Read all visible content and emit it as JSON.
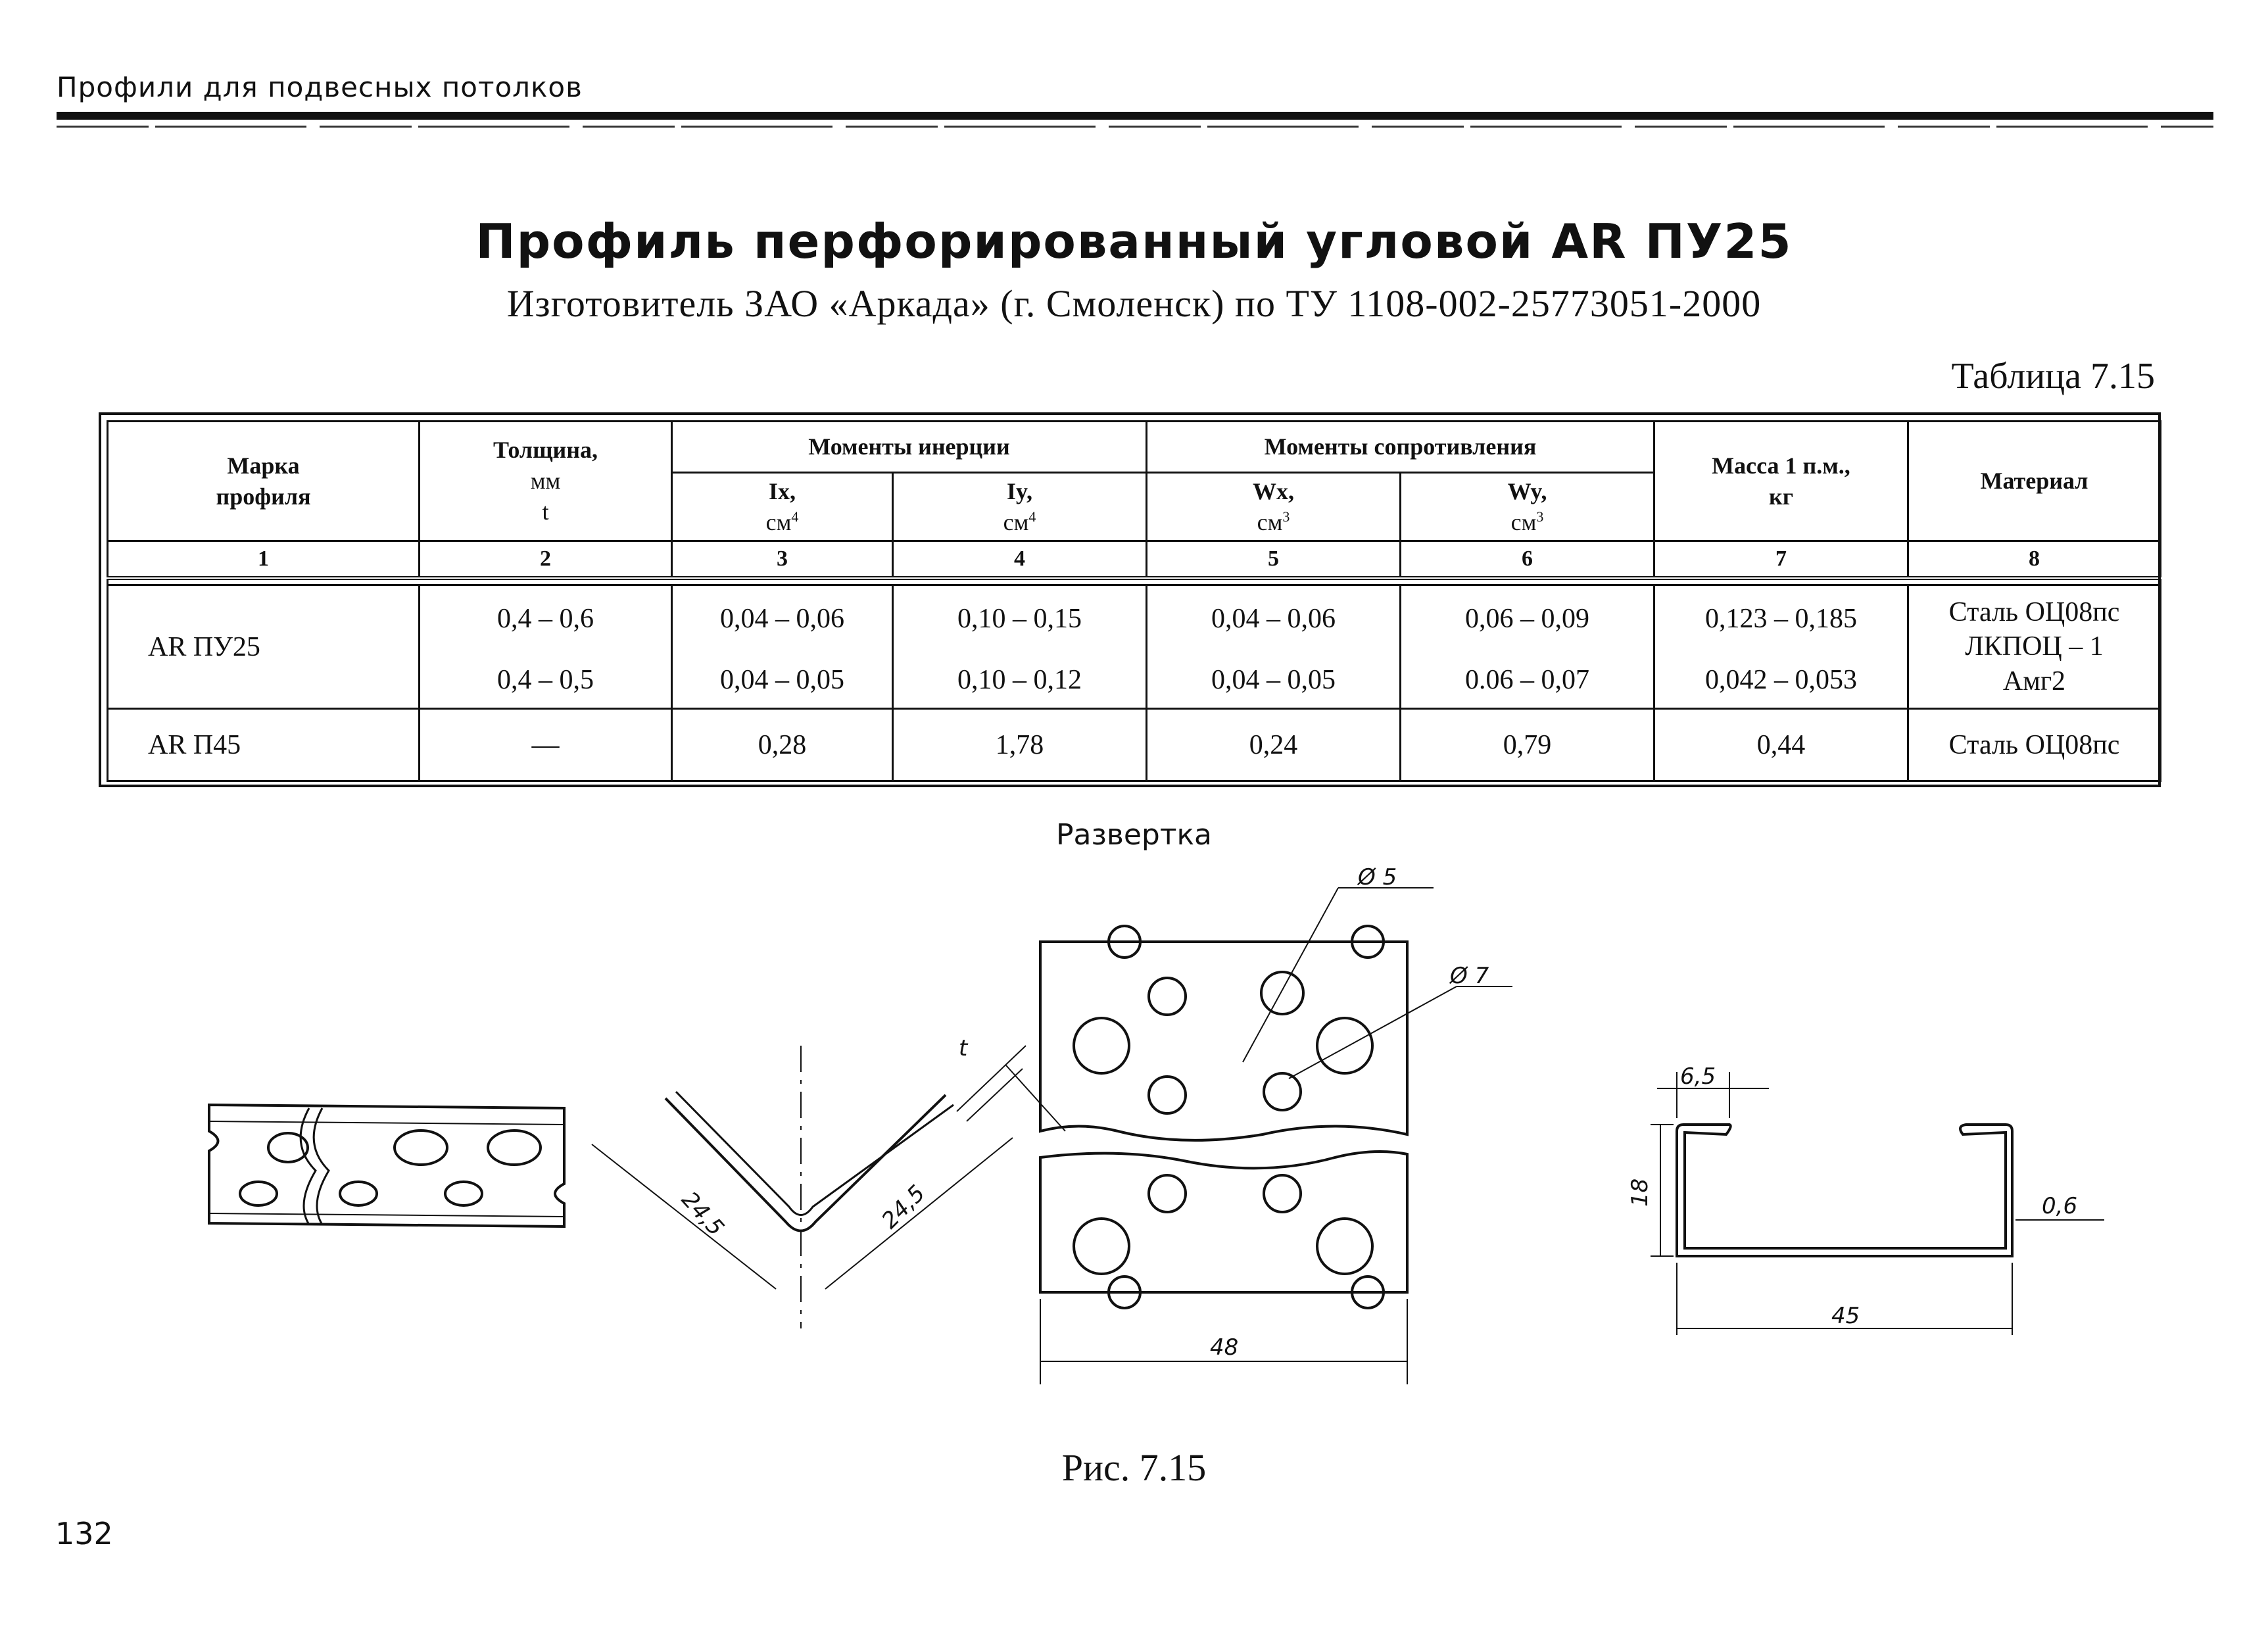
{
  "header": {
    "section": "Профили для подвесных потолков"
  },
  "title": "Профиль перфорированный угловой AR ПУ25",
  "subtitle": "Изготовитель ЗАО «Аркада» (г. Смоленск) по ТУ 1108-002-25773051-2000",
  "table_caption": "Таблица 7.15",
  "table": {
    "headers": {
      "brand": "Марка профиля",
      "thickness": [
        "Толщина,",
        "мм",
        "t"
      ],
      "inertia": "Моменты инерции",
      "ix": "Ix,",
      "iy": "Iy,",
      "cm": "см",
      "pow4": "4",
      "pow3": "3",
      "resistance": "Моменты сопротивления",
      "wx": "Wx,",
      "wy": "Wy,",
      "mass": [
        "Масса 1 п.м.,",
        "кг"
      ],
      "material": "Материал"
    },
    "column_numbers": [
      "1",
      "2",
      "3",
      "4",
      "5",
      "6",
      "7",
      "8"
    ],
    "rows": [
      {
        "brand": "AR ПУ25",
        "thickness": [
          "0,4 – 0,6",
          "0,4 – 0,5"
        ],
        "ix": [
          "0,04 – 0,06",
          "0,04 – 0,05"
        ],
        "iy": [
          "0,10 – 0,15",
          "0,10 – 0,12"
        ],
        "wx": [
          "0,04 – 0,06",
          "0,04 – 0,05"
        ],
        "wy": [
          "0,06 – 0,09",
          "0.06 – 0,07"
        ],
        "mass": [
          "0,123 – 0,185",
          "0,042 – 0,053"
        ],
        "material": [
          "Сталь ОЦ08пс",
          "ЛКПОЦ – 1",
          "Амг2"
        ]
      },
      {
        "brand": "AR П45",
        "thickness": "—",
        "ix": "0,28",
        "iy": "1,78",
        "wx": "0,24",
        "wy": "0,79",
        "mass": "0,44",
        "material": "Сталь ОЦ08пс"
      }
    ]
  },
  "drawing": {
    "unfold_label": "Развертка",
    "dims": {
      "d5": "Ø 5",
      "d7": "Ø 7",
      "t": "t",
      "leg1": "24,5",
      "leg2": "24,5",
      "width": "48",
      "lip": "6,5",
      "height": "18",
      "thickness": "0,6",
      "base": "45"
    }
  },
  "figure_caption": "Рис. 7.15",
  "page_number": "132"
}
